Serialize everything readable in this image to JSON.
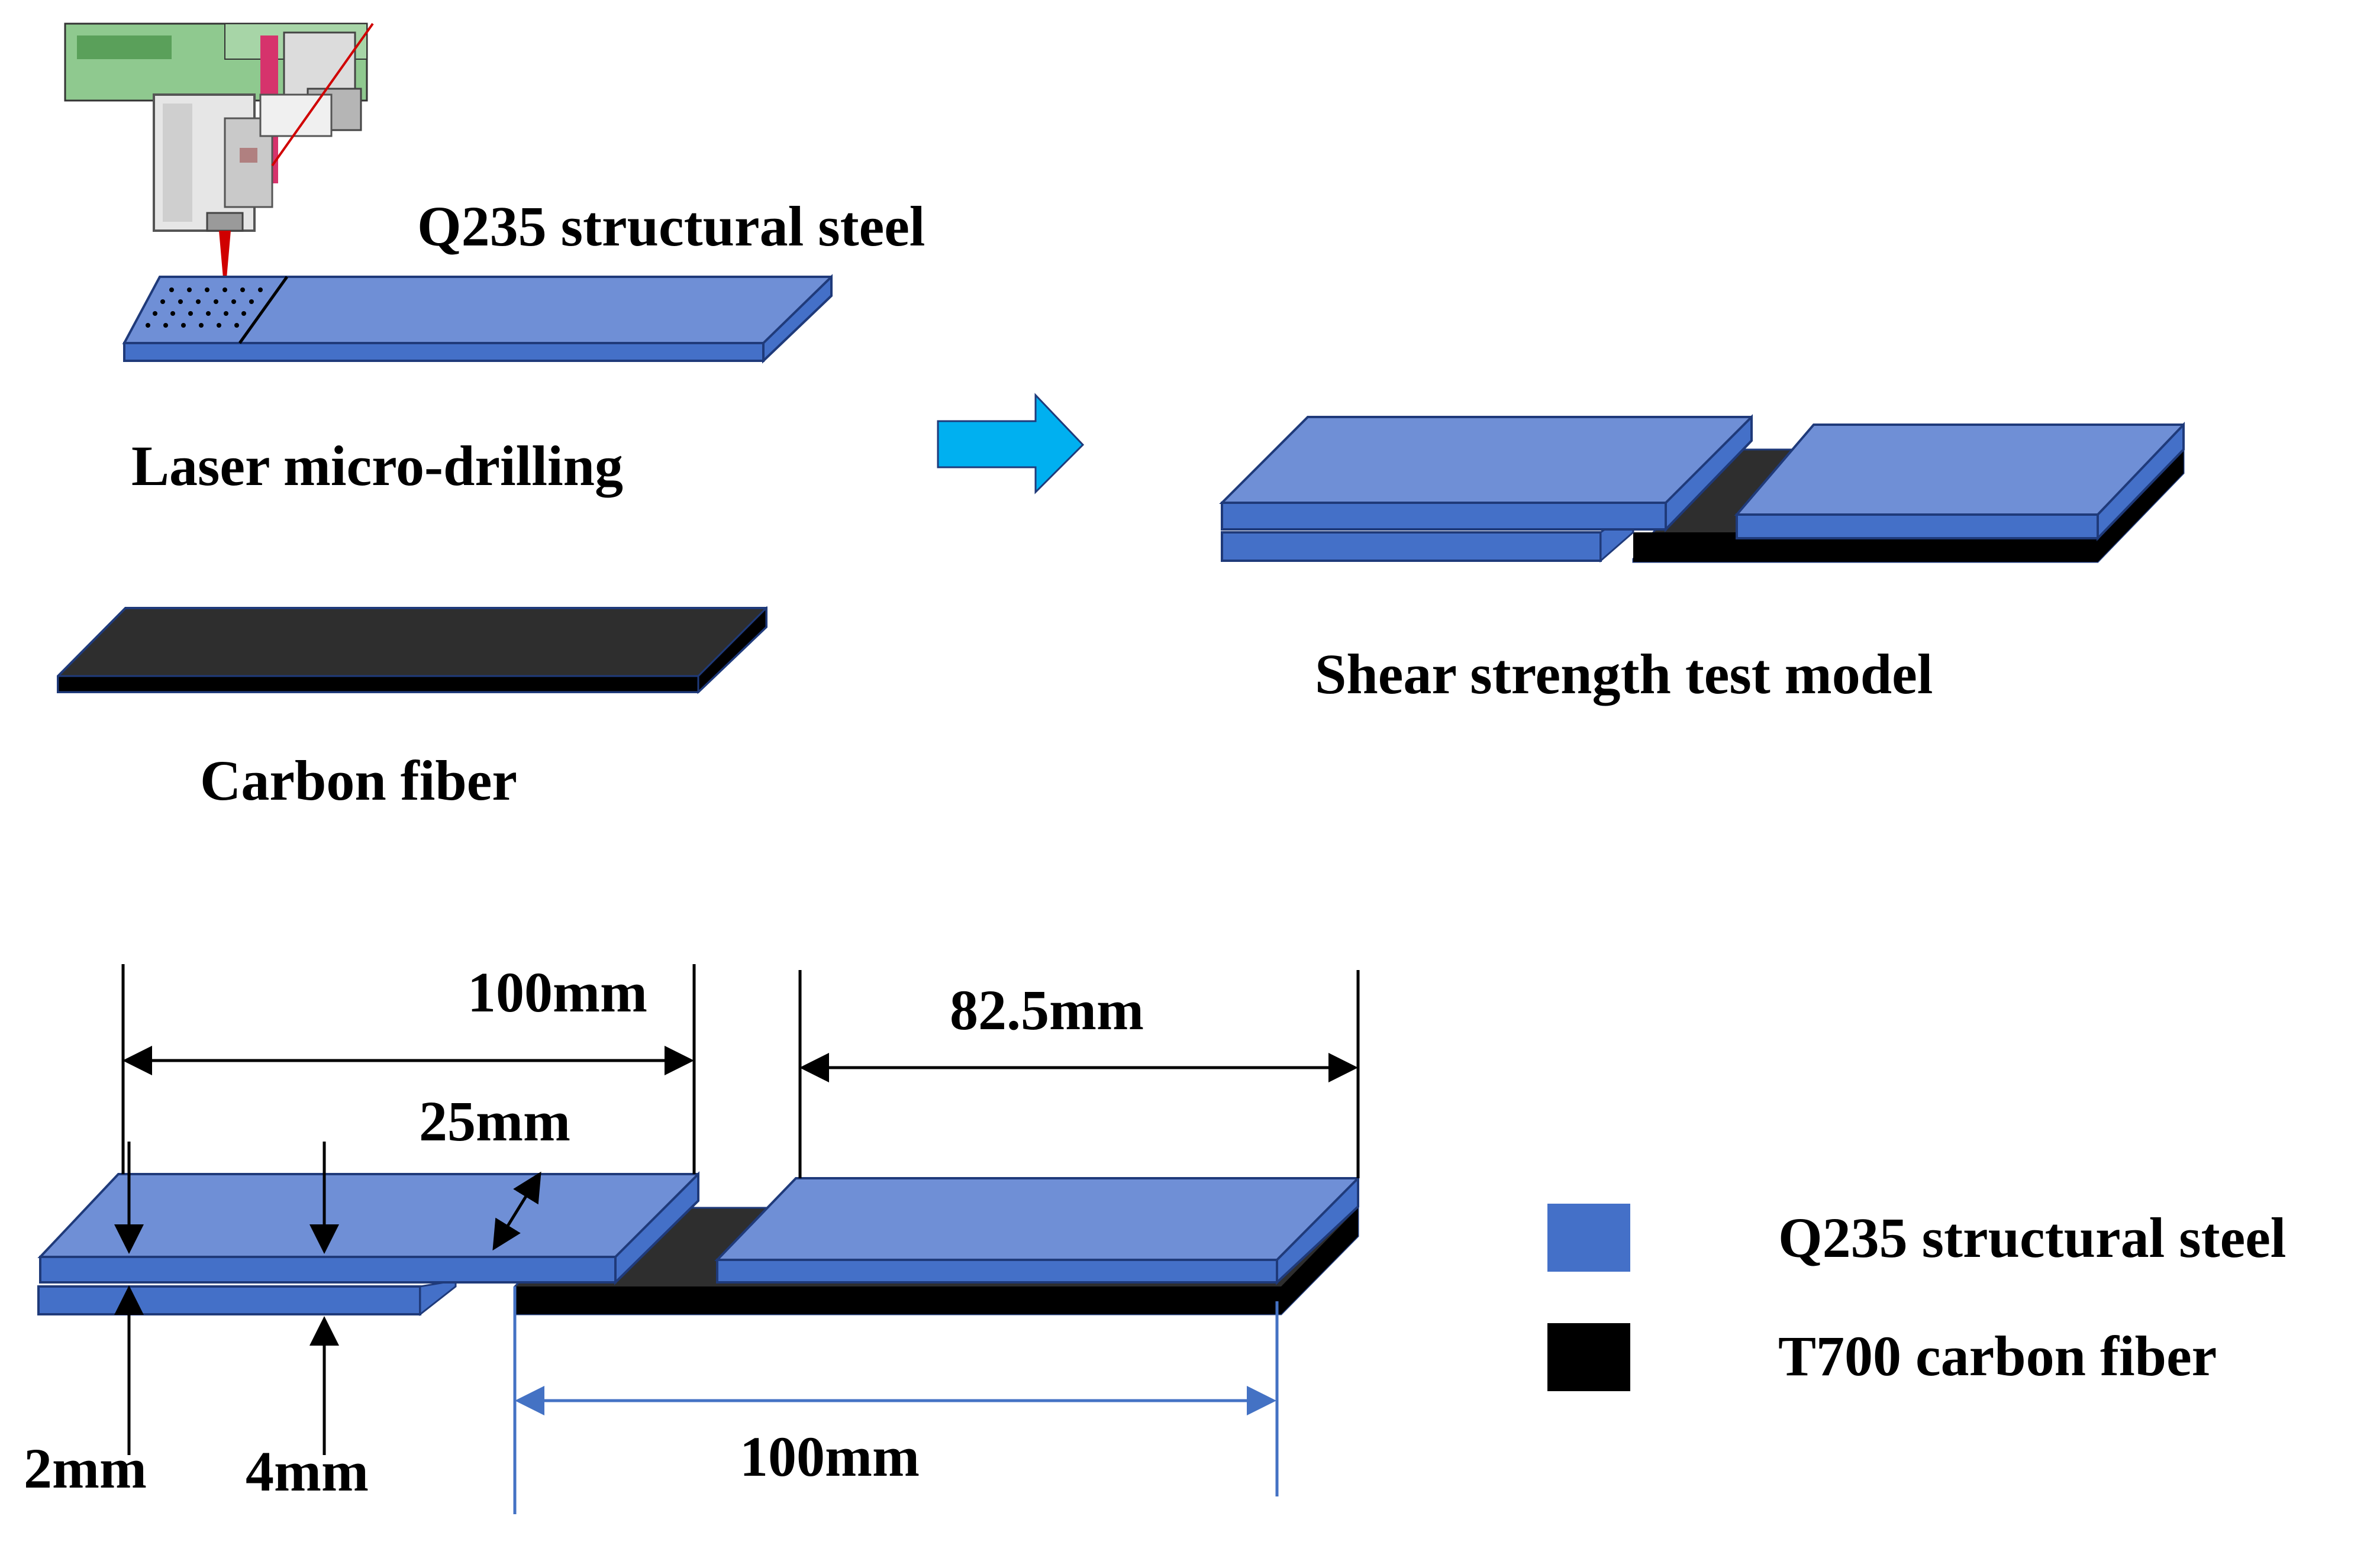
{
  "labels": {
    "q235_top": "Q235 structural steel",
    "laser_drilling": "Laser micro-drilling",
    "carbon_fiber": "Carbon fiber",
    "shear_model": "Shear strength test model"
  },
  "dimensions": {
    "top_left_length": "100mm",
    "top_right_length": "82.5mm",
    "width": "25mm",
    "thickness_2": "2mm",
    "thickness_4": "4mm",
    "bottom_length": "100mm"
  },
  "legend": {
    "steel": "Q235 structural steel",
    "fiber": "T700 carbon fiber"
  },
  "colors": {
    "steel_top": "#6f8fd6",
    "steel_side": "#4470c8",
    "steel_stroke": "#1f3a7a",
    "fiber_top": "#2e2e2e",
    "fiber_side": "#000000",
    "arrow": "#00b0f0",
    "dim_line_black": "#000000",
    "dim_line_blue": "#4472c4",
    "laser_beam": "#d00000"
  },
  "icons": {
    "laser_head": "laser-drilling-machine-icon",
    "process_arrow": "right-arrow-icon"
  }
}
